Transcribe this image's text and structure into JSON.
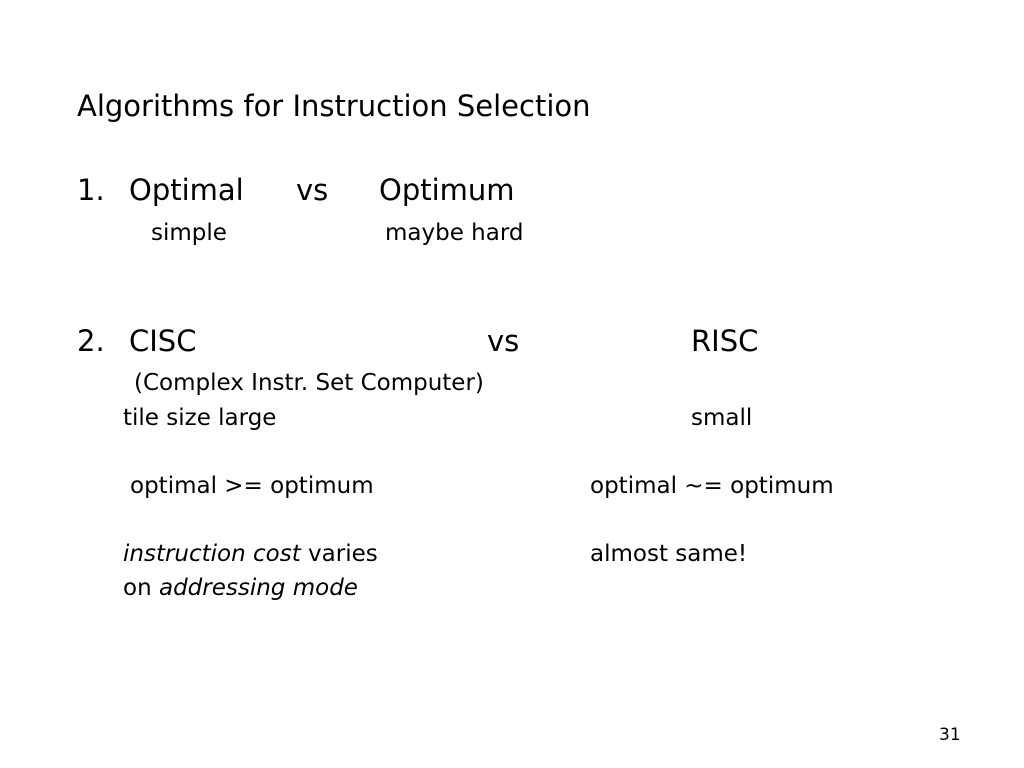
{
  "slide": {
    "title": "Algorithms for Instruction Selection",
    "item1": {
      "number": "1.",
      "left": "Optimal",
      "vs": "vs",
      "right": "Optimum",
      "left_note": "simple",
      "right_note": "maybe hard"
    },
    "item2": {
      "number": "2.",
      "left": "CISC",
      "vs": "vs",
      "right": "RISC",
      "expansion": "(Complex Instr. Set Computer)",
      "tile_left": "tile size large",
      "tile_right": "small",
      "opt_left": "optimal >= optimum",
      "opt_right": "optimal ~= optimum",
      "cost_left_em": "instruction cost",
      "cost_left_rest": " varies",
      "cost_left_line2_prefix": "on ",
      "cost_left_line2_em": "addressing mode",
      "cost_right": "almost same!"
    },
    "page_number": "31"
  }
}
